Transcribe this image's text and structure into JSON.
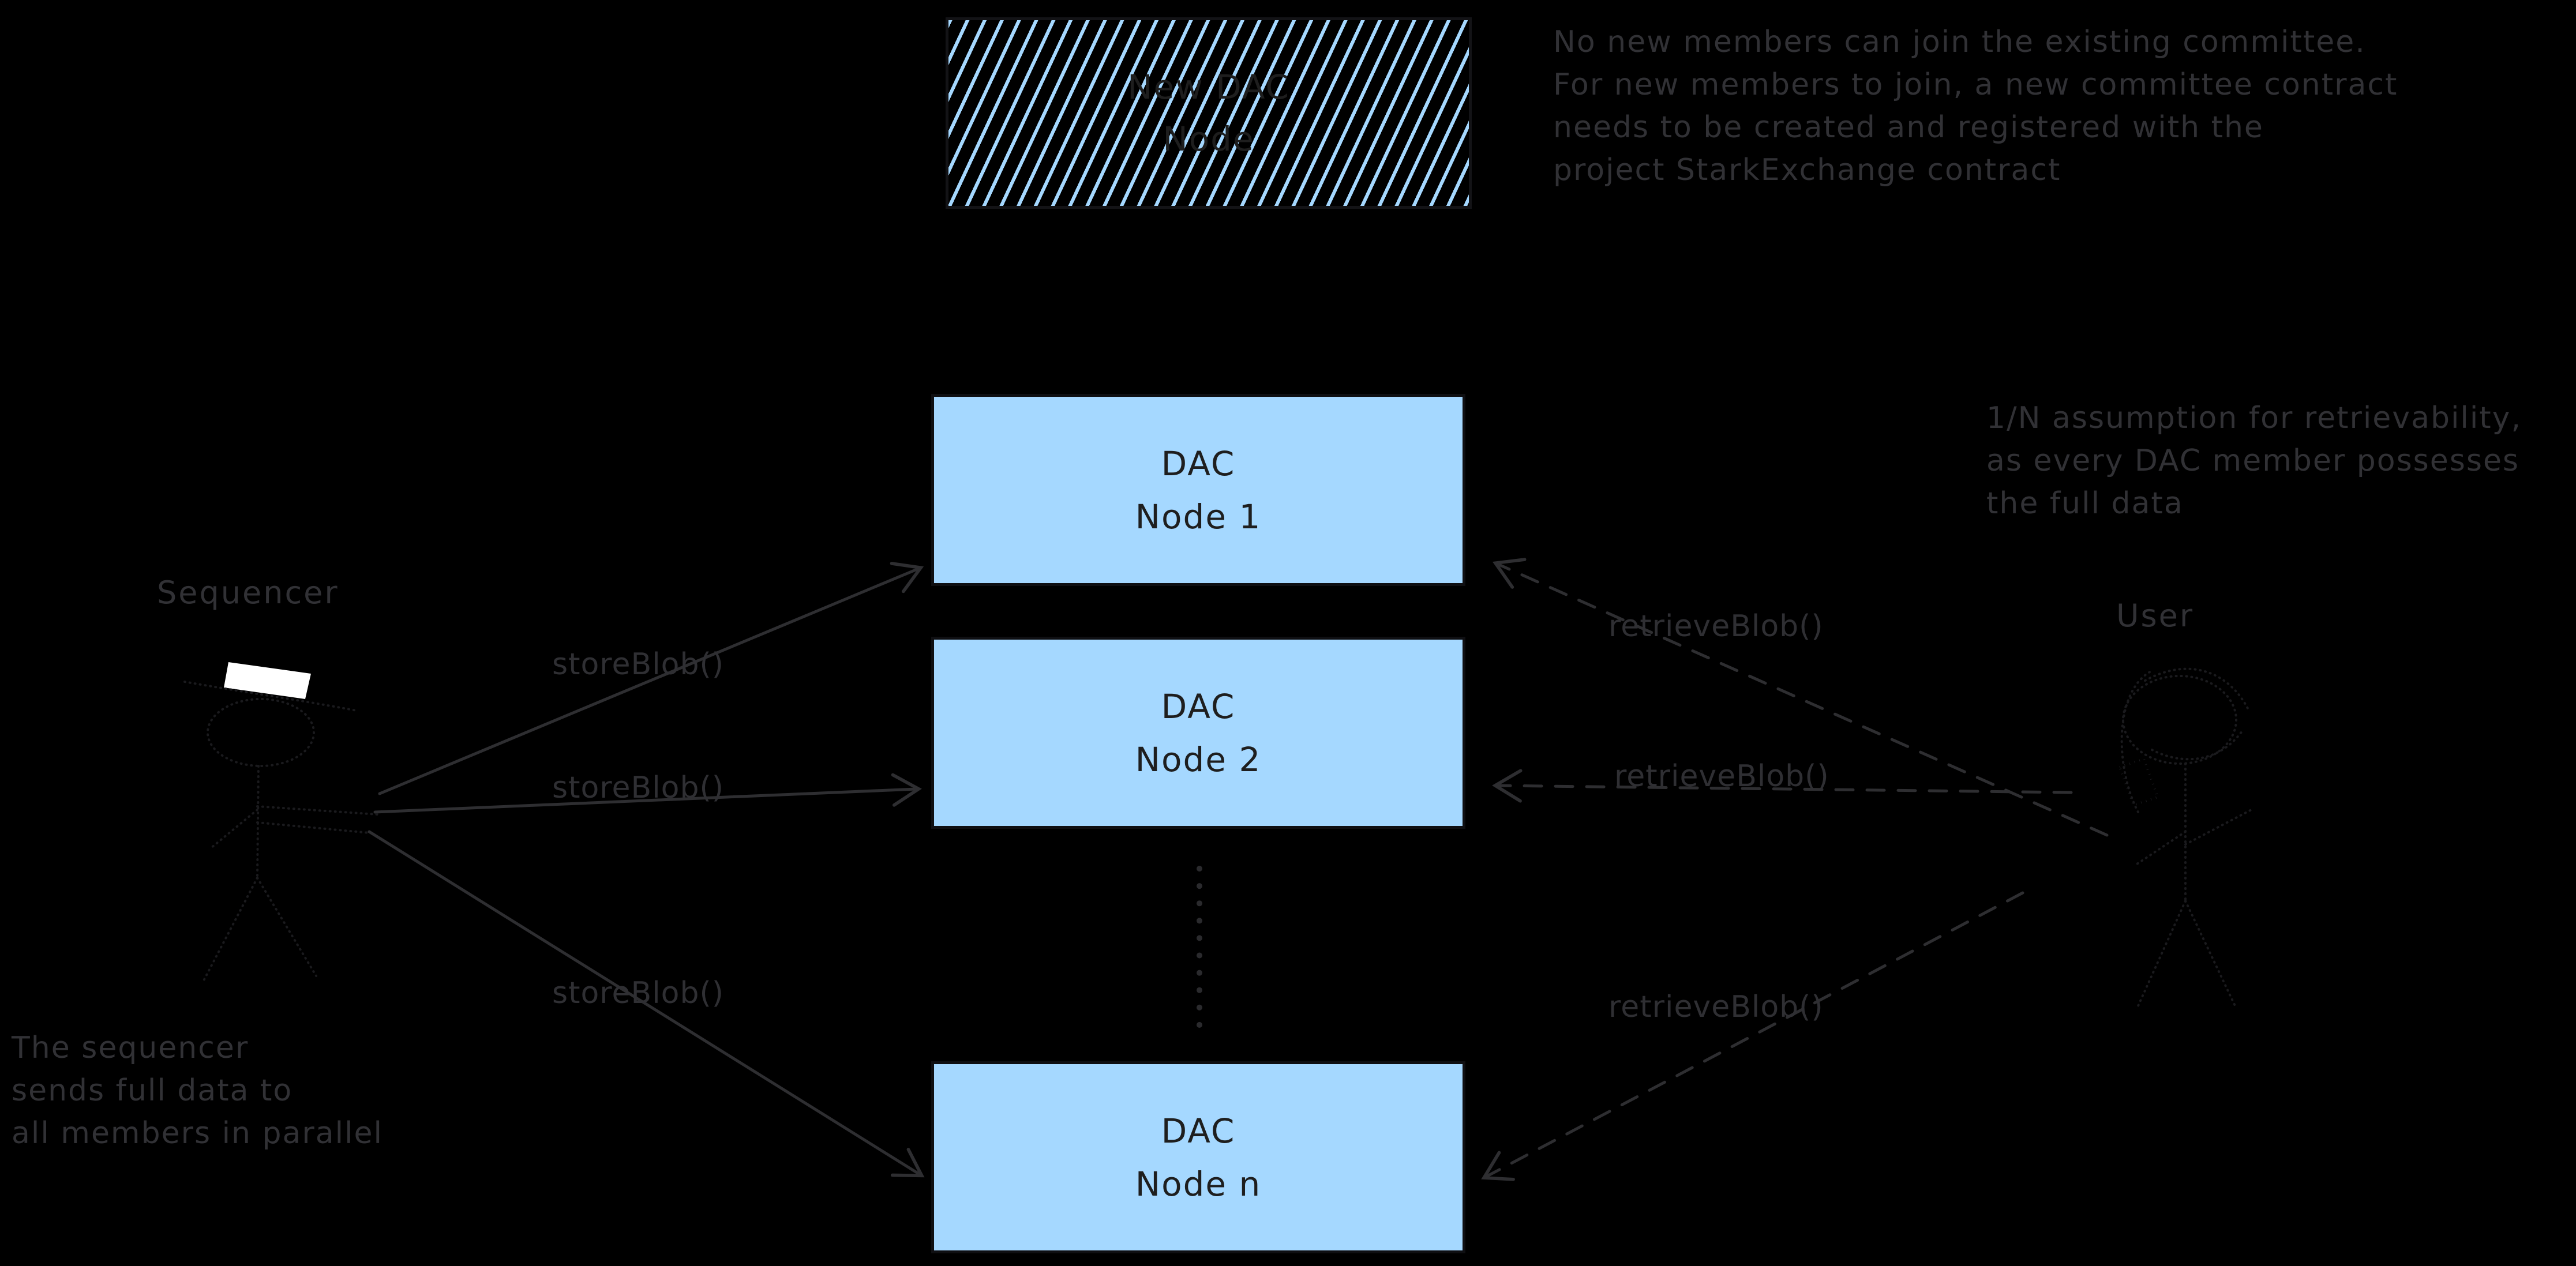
{
  "diagram": {
    "colors": {
      "background": "#000000",
      "node_fill": "#a5d8ff",
      "node_border": "#0f0f12",
      "node_text": "#1e1e1e",
      "annotation_text": "#313135",
      "arrow_stroke": "#2e2e31",
      "figure_stroke": "#1a1a1d",
      "hat_fill": "#ffffff"
    },
    "new_node_box": {
      "line1": "New DAC",
      "line2": "Node"
    },
    "nodes": [
      {
        "line1": "DAC",
        "line2": "Node 1"
      },
      {
        "line1": "DAC",
        "line2": "Node 2"
      },
      {
        "line1": "DAC",
        "line2": "Node n"
      }
    ],
    "labels": {
      "sequencer": "Sequencer",
      "user": "User",
      "store_blob": "storeBlob()",
      "retrieve_blob": "retrieveBlob()"
    },
    "annotations": {
      "committee_note": [
        "No new members can join the existing committee.",
        "For new members to join, a new committee contract",
        "needs to be created and registered with the",
        "project StarkExchange contract"
      ],
      "retrievability_note": [
        "1/N assumption for retrievability,",
        "as every DAC member possesses",
        "the full data"
      ],
      "sequencer_note": [
        "The sequencer",
        "sends full data to",
        "all members in parallel"
      ]
    }
  }
}
